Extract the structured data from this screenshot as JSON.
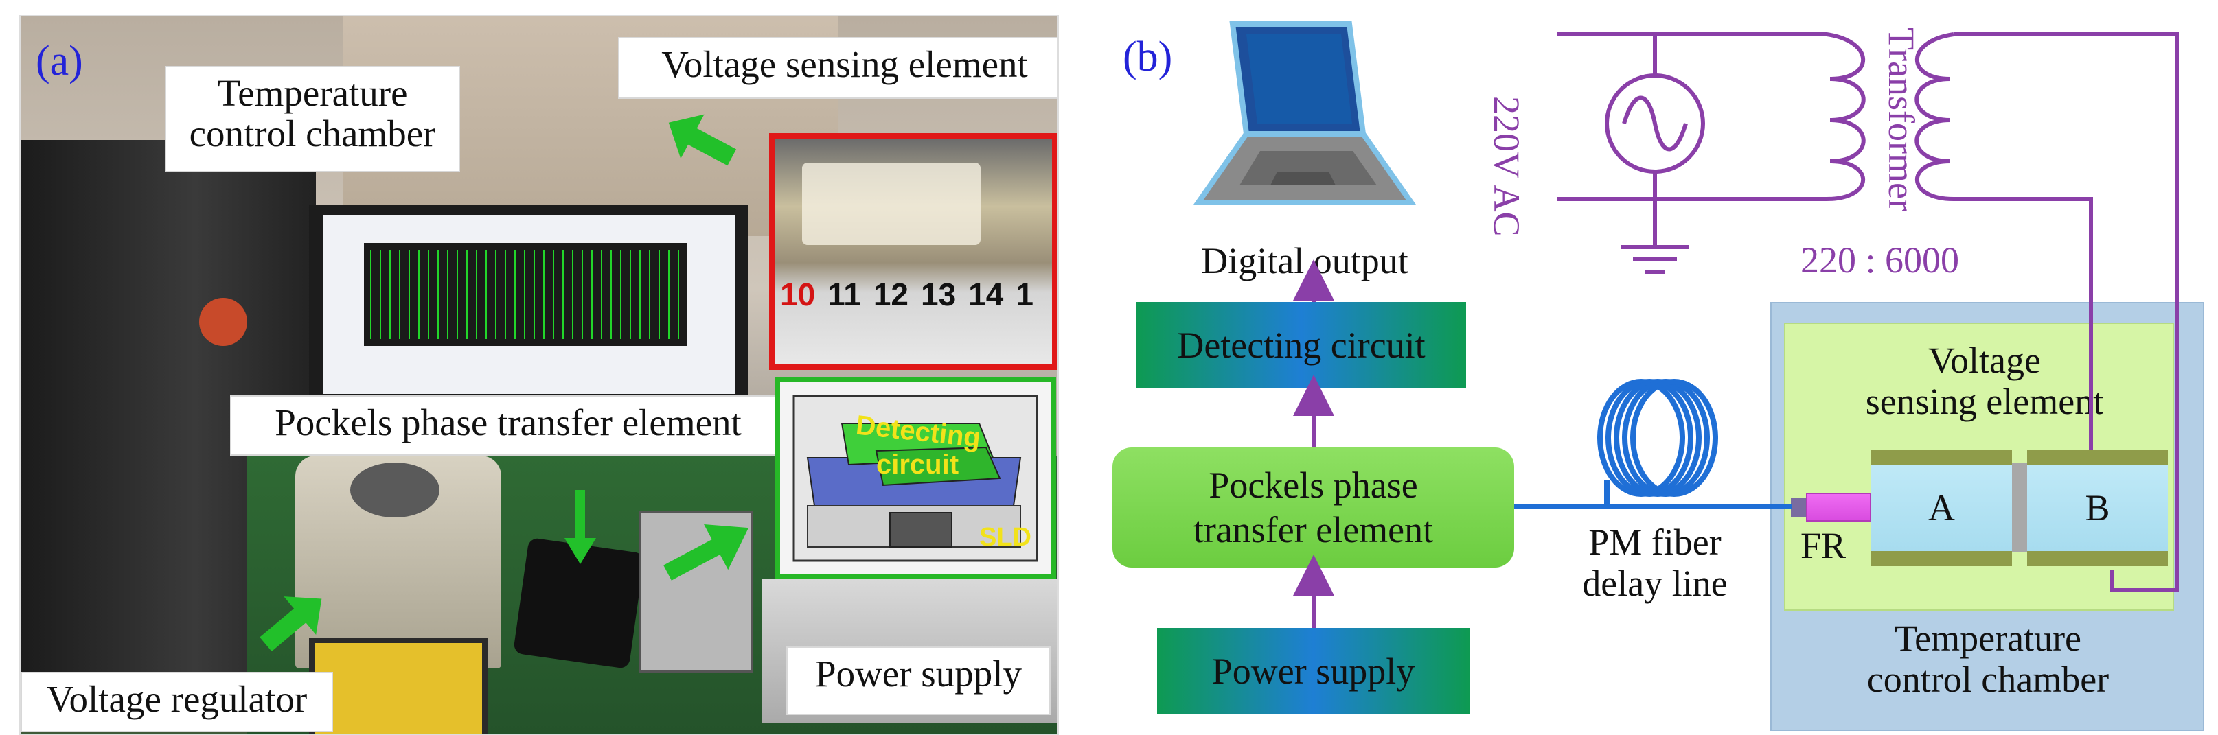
{
  "panel_a": {
    "letter": "(a)",
    "labels": {
      "temperature_chamber": "Temperature control chamber",
      "voltage_sensing": "Voltage sensing element",
      "pockels": "Pockels phase transfer element",
      "voltage_regulator": "Voltage regulator",
      "power_supply": "Power supply"
    },
    "inset_ruler": [
      "10",
      "11",
      "12",
      "13",
      "14",
      "1"
    ],
    "inset_model": {
      "detecting": "Detecting",
      "circuit": "circuit",
      "sld": "SLD"
    },
    "colors": {
      "ruler_frame": "#e01818",
      "model_frame": "#27b827",
      "arrow": "#22c02a",
      "letter": "#2323d8"
    }
  },
  "panel_b": {
    "letter": "(b)",
    "digital_output": "Digital output",
    "detecting_circuit": "Detecting circuit",
    "pockels_line1": "Pockels phase",
    "pockels_line2": "transfer element",
    "power_supply": "Power supply",
    "pm_fiber_line1": "PM fiber",
    "pm_fiber_line2": "delay line",
    "fr": "FR",
    "voltage_sensing_line1": "Voltage",
    "voltage_sensing_line2": "sensing element",
    "crystal_a": "A",
    "crystal_b": "B",
    "chamber_line1": "Temperature",
    "chamber_line2": "control chamber",
    "ac_source": "220V AC",
    "transformer": "Transformer",
    "ratio": "220 : 6000",
    "colors": {
      "wire": "#8a3fa8",
      "fiber": "#1f6fd6",
      "chamber": "#b4cfe6",
      "sensing": "#d6f5a6",
      "pockels": "#76d34b"
    }
  }
}
